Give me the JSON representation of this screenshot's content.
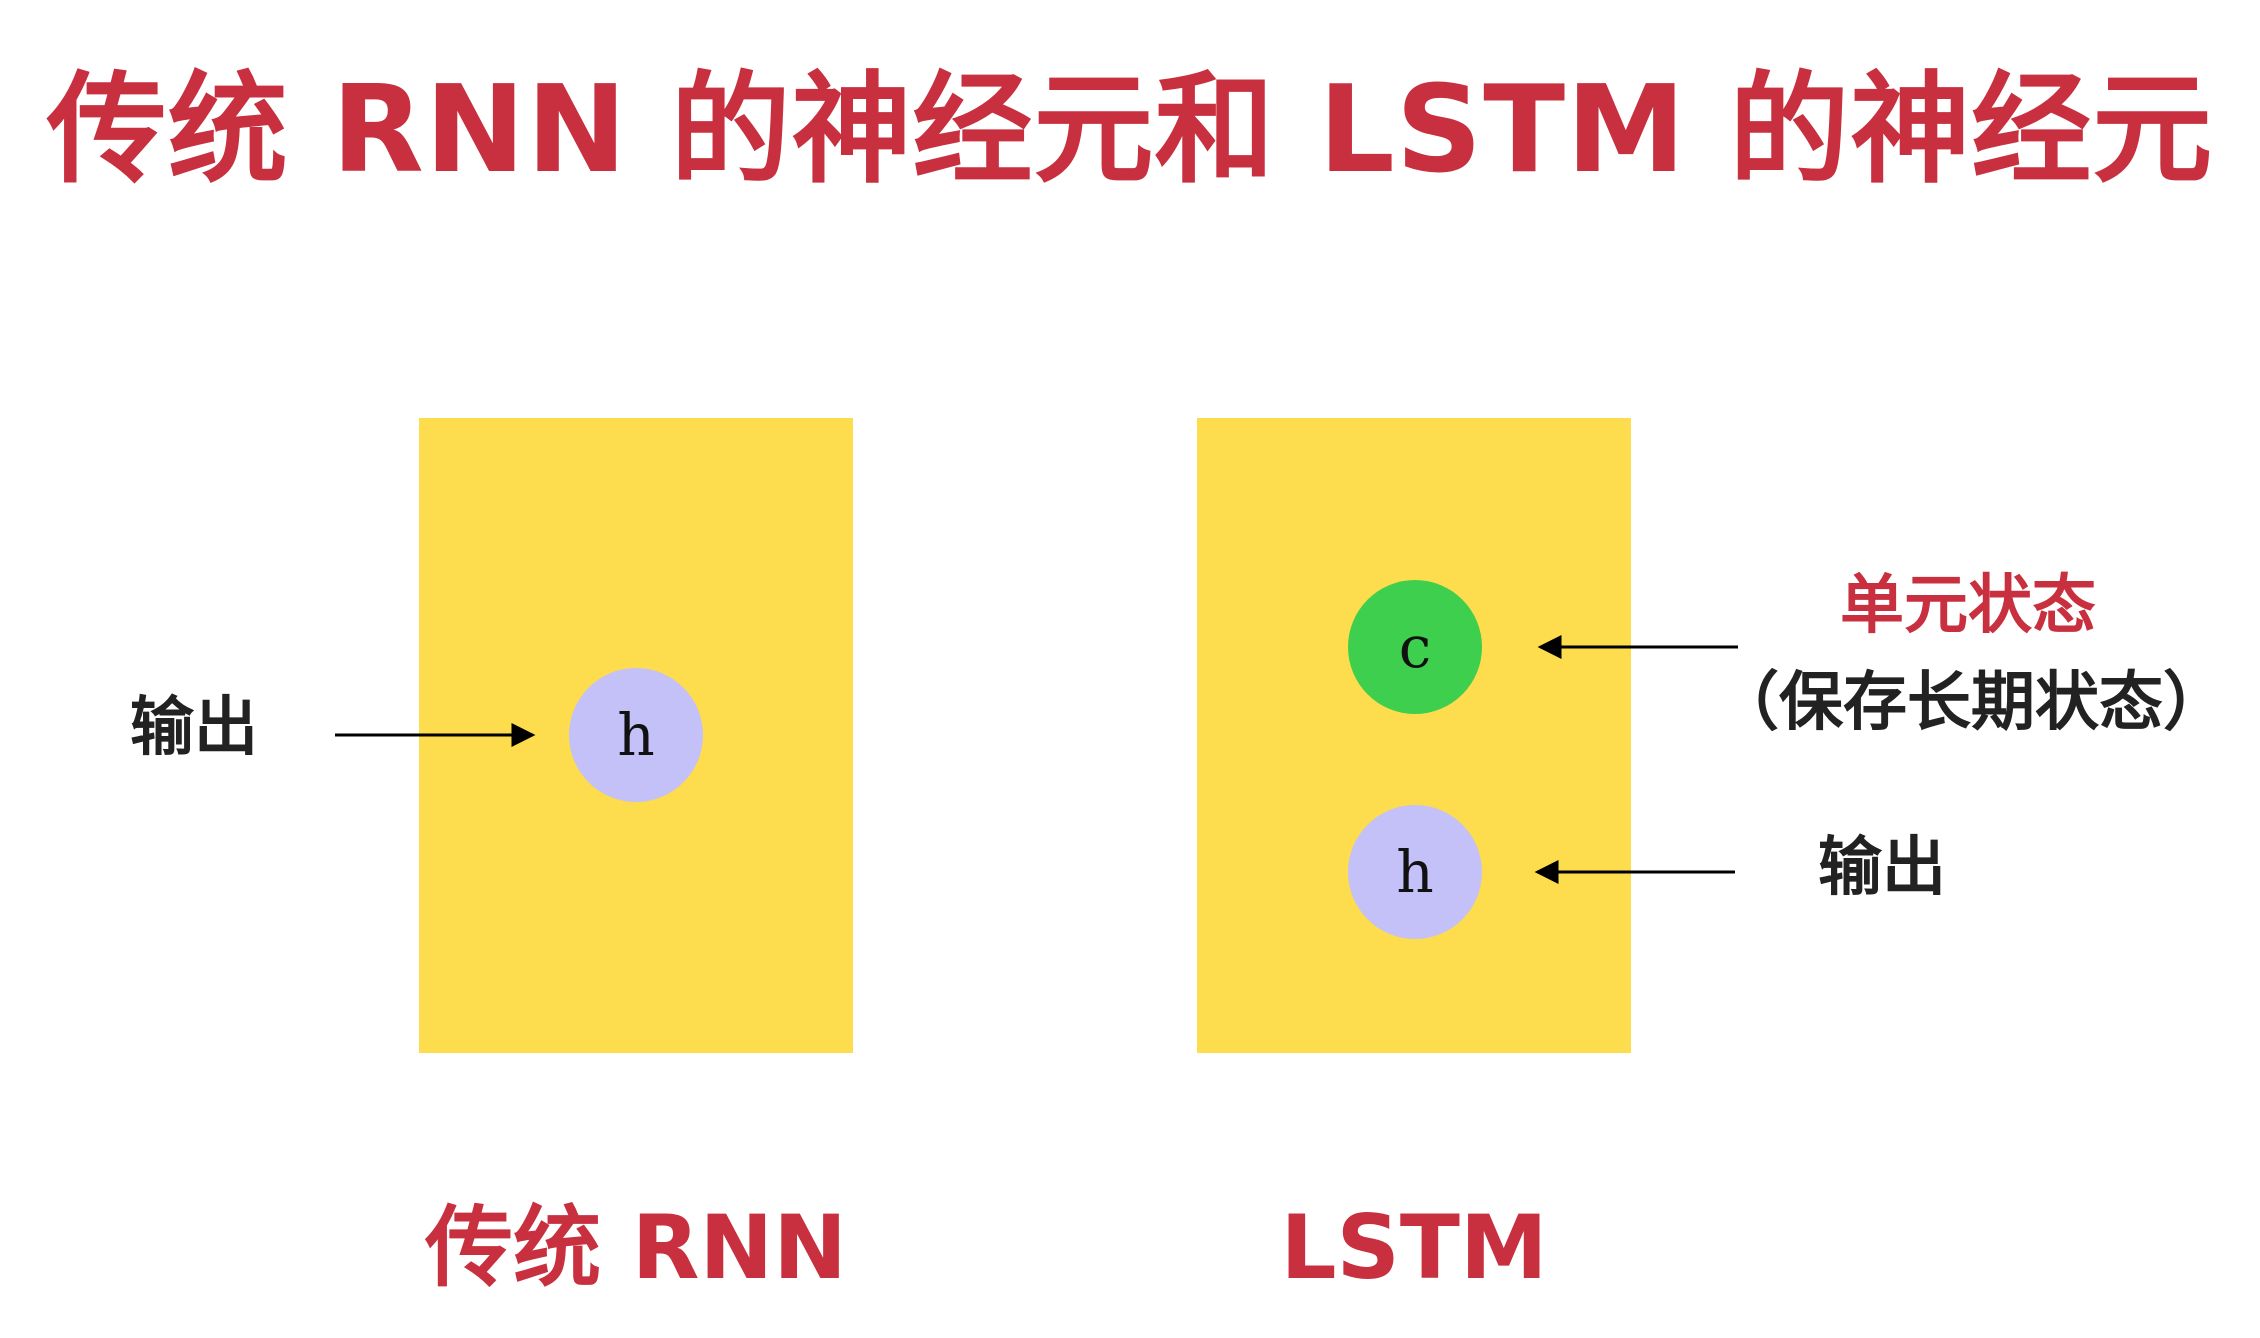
{
  "title": "传统 RNN 的神经元和 LSTM 的神经元",
  "rnn": {
    "node_label": "h",
    "output_label": "输出",
    "caption": "传统 RNN"
  },
  "lstm": {
    "cell_node_label": "c",
    "hidden_node_label": "h",
    "cell_state_label": "单元状态",
    "cell_state_note": "（保存长期状态）",
    "output_label": "输出",
    "caption": "LSTM"
  },
  "colors": {
    "title_red": "#c8303f",
    "cell_yellow": "#fddc4d",
    "hidden_node_lavender": "#c4c0f8",
    "cell_node_green": "#3ecf4f",
    "arrow": "#000000"
  }
}
